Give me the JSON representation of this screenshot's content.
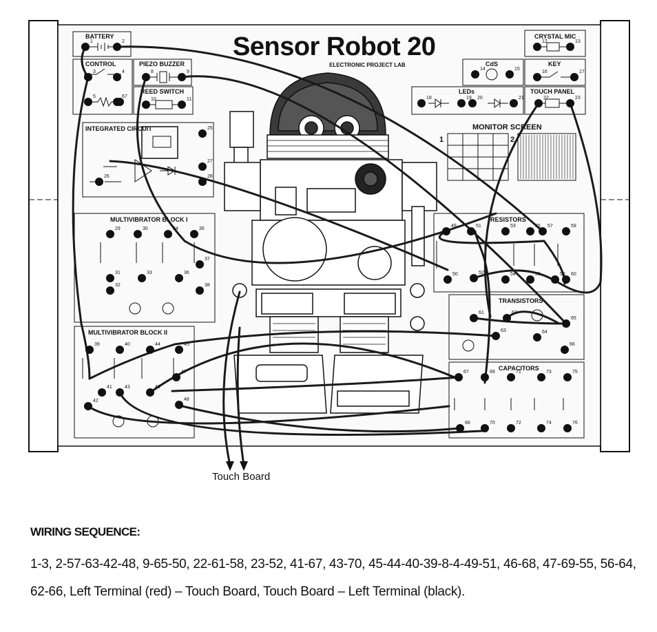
{
  "title": "Sensor Robot 20",
  "subtitle": "ELECTRONIC PROJECT LAB",
  "panels": {
    "battery": "BATTERY",
    "control": "CONTROL",
    "piezo": "PIEZO BUZZER",
    "reed": "REED SWITCH",
    "ic": "INTEGRATED CIRCUIT",
    "crystal_mic": "CRYSTAL MIC",
    "cds": "CdS",
    "key": "KEY",
    "leds": "LEDs",
    "touch_panel": "TOUCH PANEL",
    "monitor": "MONITOR SCREEN",
    "mvb1": "MULTIVIBRATOR BLOCK I",
    "mvb2": "MULTIVIBRATOR BLOCK II",
    "resistors": "RESISTORS",
    "transistors": "TRANSISTORS",
    "capacitors": "CAPACITORS"
  },
  "monitor_numbers": [
    "1",
    "2"
  ],
  "touch_board_label": "Touch Board",
  "wiring_heading": "WIRING SEQUENCE:",
  "wiring_text": "1-3, 2-57-63-42-48, 9-65-50, 22-61-58, 23-52, 41-67, 43-70, 45-44-40-39-8-4-49-51, 46-68, 47-69-55, 56-64, 62-66, Left Terminal (red) – Touch Board, Touch Board – Left Terminal (black).",
  "terminal_numbers": [
    "1",
    "2",
    "3",
    "4",
    "5",
    "6",
    "7",
    "8",
    "9",
    "10",
    "11",
    "12",
    "13",
    "14",
    "15",
    "16",
    "17",
    "18",
    "19",
    "20",
    "21",
    "22",
    "23",
    "25",
    "26",
    "27",
    "28",
    "29",
    "30",
    "31",
    "32",
    "33",
    "34",
    "35",
    "36",
    "37",
    "38",
    "39",
    "40",
    "41",
    "42",
    "43",
    "44",
    "45",
    "46",
    "47",
    "48",
    "49",
    "50",
    "51",
    "52",
    "53",
    "54",
    "55",
    "56",
    "57",
    "58",
    "59",
    "60",
    "61",
    "62",
    "63",
    "64",
    "65",
    "66",
    "67",
    "68",
    "69",
    "70",
    "71",
    "72",
    "73",
    "74",
    "75",
    "76"
  ],
  "colors": {
    "ink": "#111111",
    "paper": "#ffffff",
    "board": "#f4f4f4"
  }
}
